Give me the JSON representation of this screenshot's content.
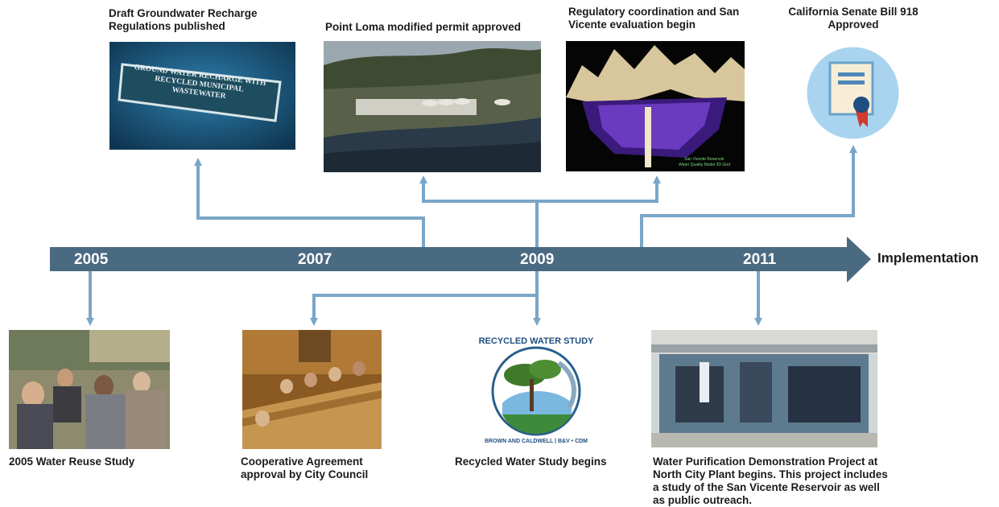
{
  "timeline": {
    "years": [
      "2005",
      "2007",
      "2009",
      "2011"
    ],
    "end_label": "Implementation",
    "colors": {
      "bar": "#4a6a82",
      "connector": "#7aa6c8"
    }
  },
  "top_events": [
    {
      "label": "Draft Groundwater Recharge Regulations published",
      "sign_text": "GROUND WATER RECHARGE WITH RECYCLED MUNICIPAL WASTEWATER"
    },
    {
      "label": "Point Loma modified permit approved"
    },
    {
      "label": "Regulatory coordination and San Vicente evaluation begin",
      "map_text": "San Vicente Reservoir Water Quality Model 3D Grid"
    },
    {
      "label": "California Senate Bill 918 Approved"
    }
  ],
  "bottom_events": [
    {
      "label": "2005 Water Reuse Study"
    },
    {
      "label": "Cooperative Agreement approval by City Council"
    },
    {
      "label": "Recycled Water Study begins",
      "logo_top": "RECYCLED WATER STUDY",
      "logo_bottom": "BROWN AND CALDWELL | B&V • CDM"
    },
    {
      "label": "Water Purification Demonstration Project at North City Plant begins. This project includes a study of the San Vicente Reservoir as well as public outreach."
    }
  ],
  "icons": [
    "certificate-icon",
    "recycled-water-study-logo"
  ]
}
